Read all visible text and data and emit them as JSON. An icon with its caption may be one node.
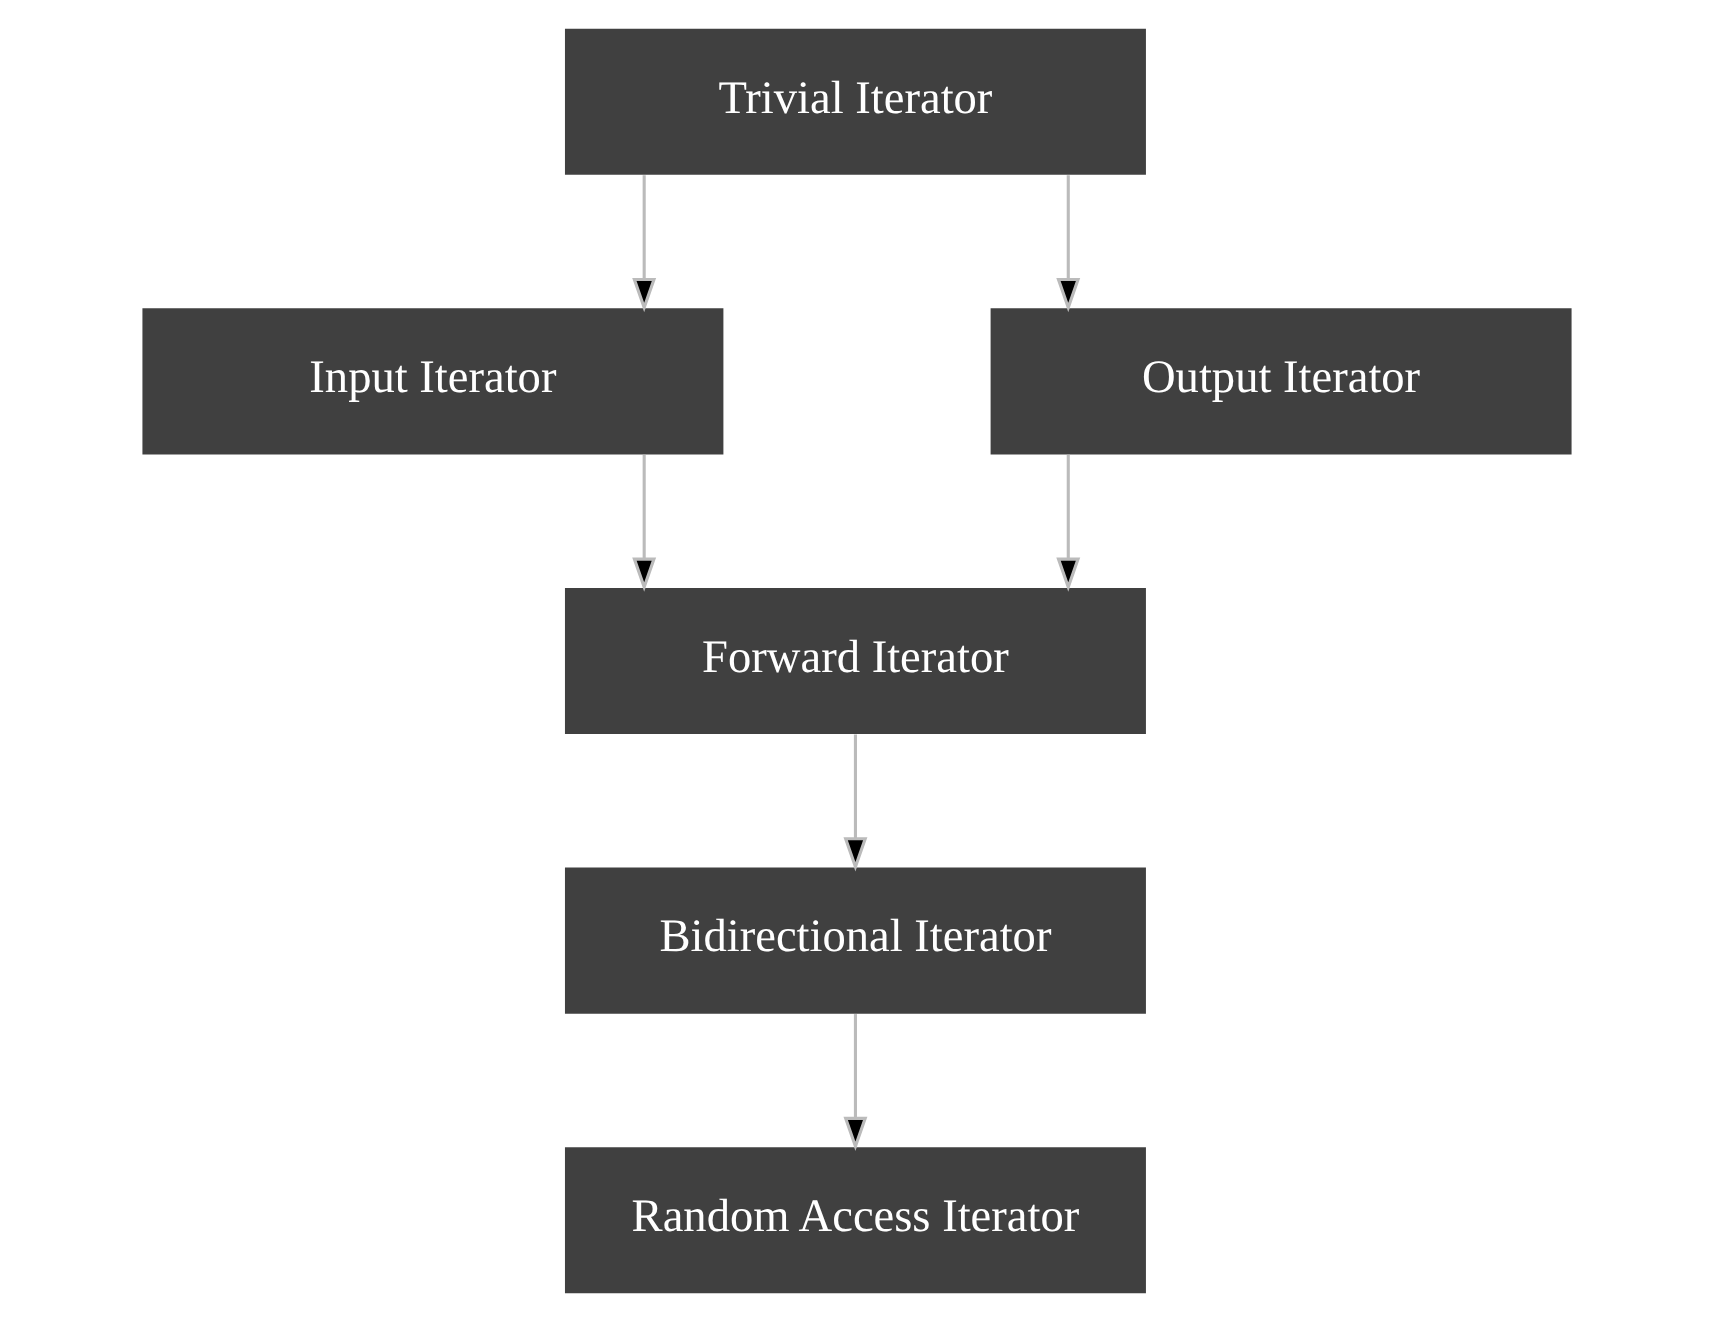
{
  "diagram": {
    "nodes": [
      {
        "text": [
          "Trivial Iterator"
        ]
      },
      {
        "text": [
          "Input Iterator"
        ]
      },
      {
        "text": [
          "Output Iterator"
        ]
      },
      {
        "text": [
          "Forward Iterator"
        ]
      },
      {
        "text": [
          "Bidirectional Iterator"
        ]
      },
      {
        "text": [
          "Random Access Iterator"
        ]
      }
    ],
    "edges": [
      {
        "from": 0,
        "to": 1,
        "arrow": "to"
      },
      {
        "from": 0,
        "to": 2,
        "arrow": "to"
      },
      {
        "from": 1,
        "to": 3,
        "arrow": "to"
      },
      {
        "from": 2,
        "to": 3,
        "arrow": "to"
      },
      {
        "from": 3,
        "to": 4,
        "arrow": "to"
      },
      {
        "from": 4,
        "to": 5,
        "arrow": "to"
      }
    ]
  }
}
